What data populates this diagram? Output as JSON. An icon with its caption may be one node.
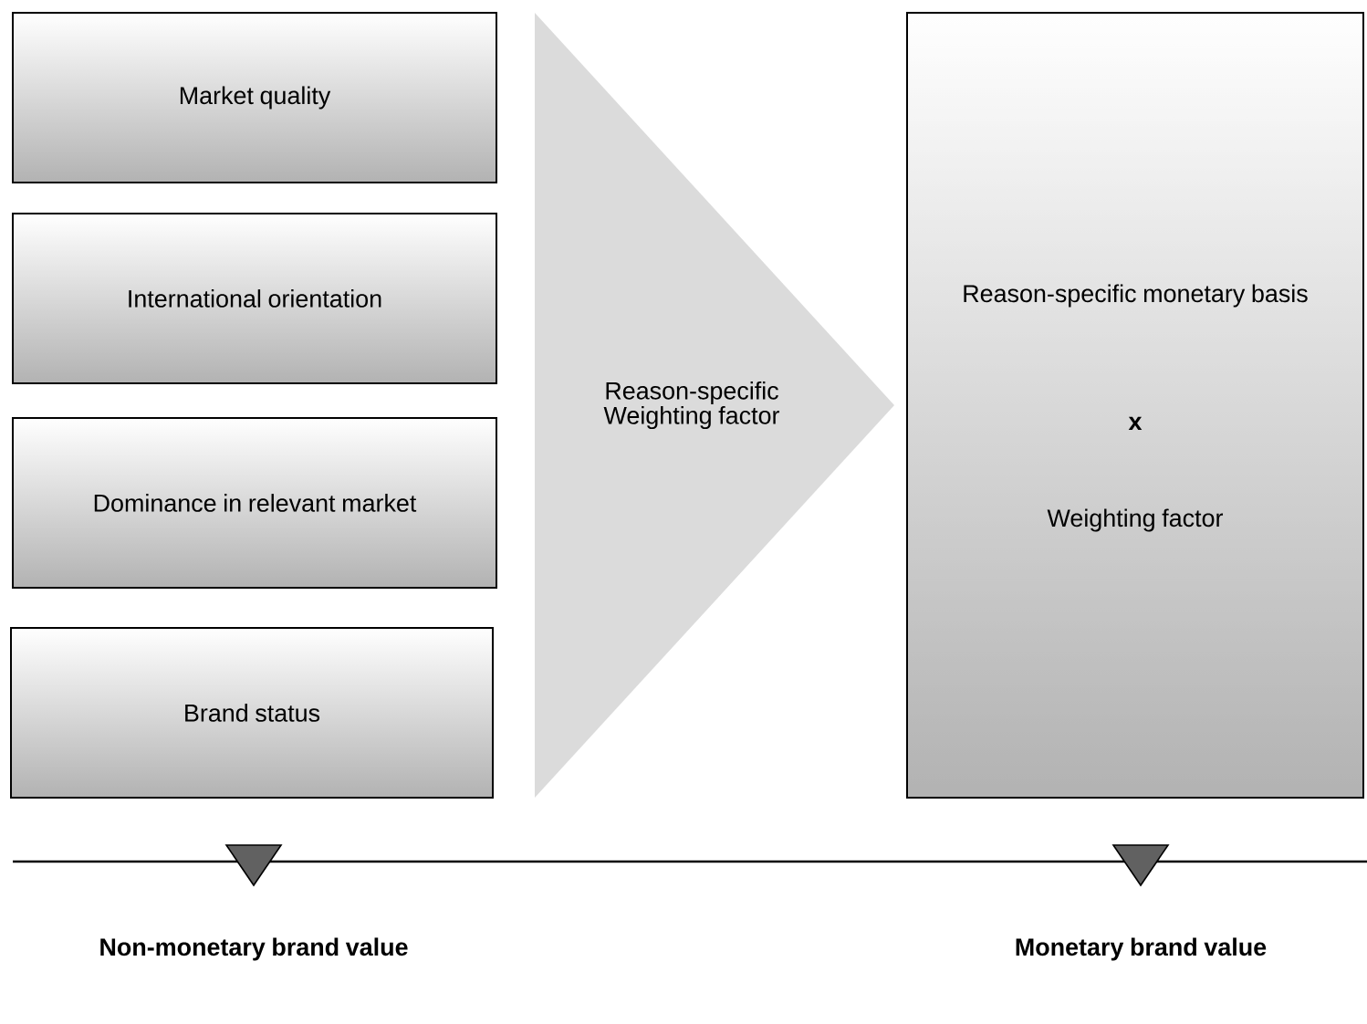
{
  "diagram": {
    "nodes": [
      {
        "text": [
          "Market quality"
        ]
      },
      {
        "text": [
          "International orientation"
        ]
      },
      {
        "text": [
          "Dominance in relevant market"
        ]
      },
      {
        "text": [
          "Brand status"
        ]
      },
      {
        "text": [
          "Reason-specific Weighting factor"
        ]
      },
      {
        "text": [
          "Reason-specific monetary basis",
          "x",
          "Weighting factor"
        ]
      }
    ],
    "labels": [
      "Non-monetary brand value",
      "Monetary brand value"
    ]
  }
}
